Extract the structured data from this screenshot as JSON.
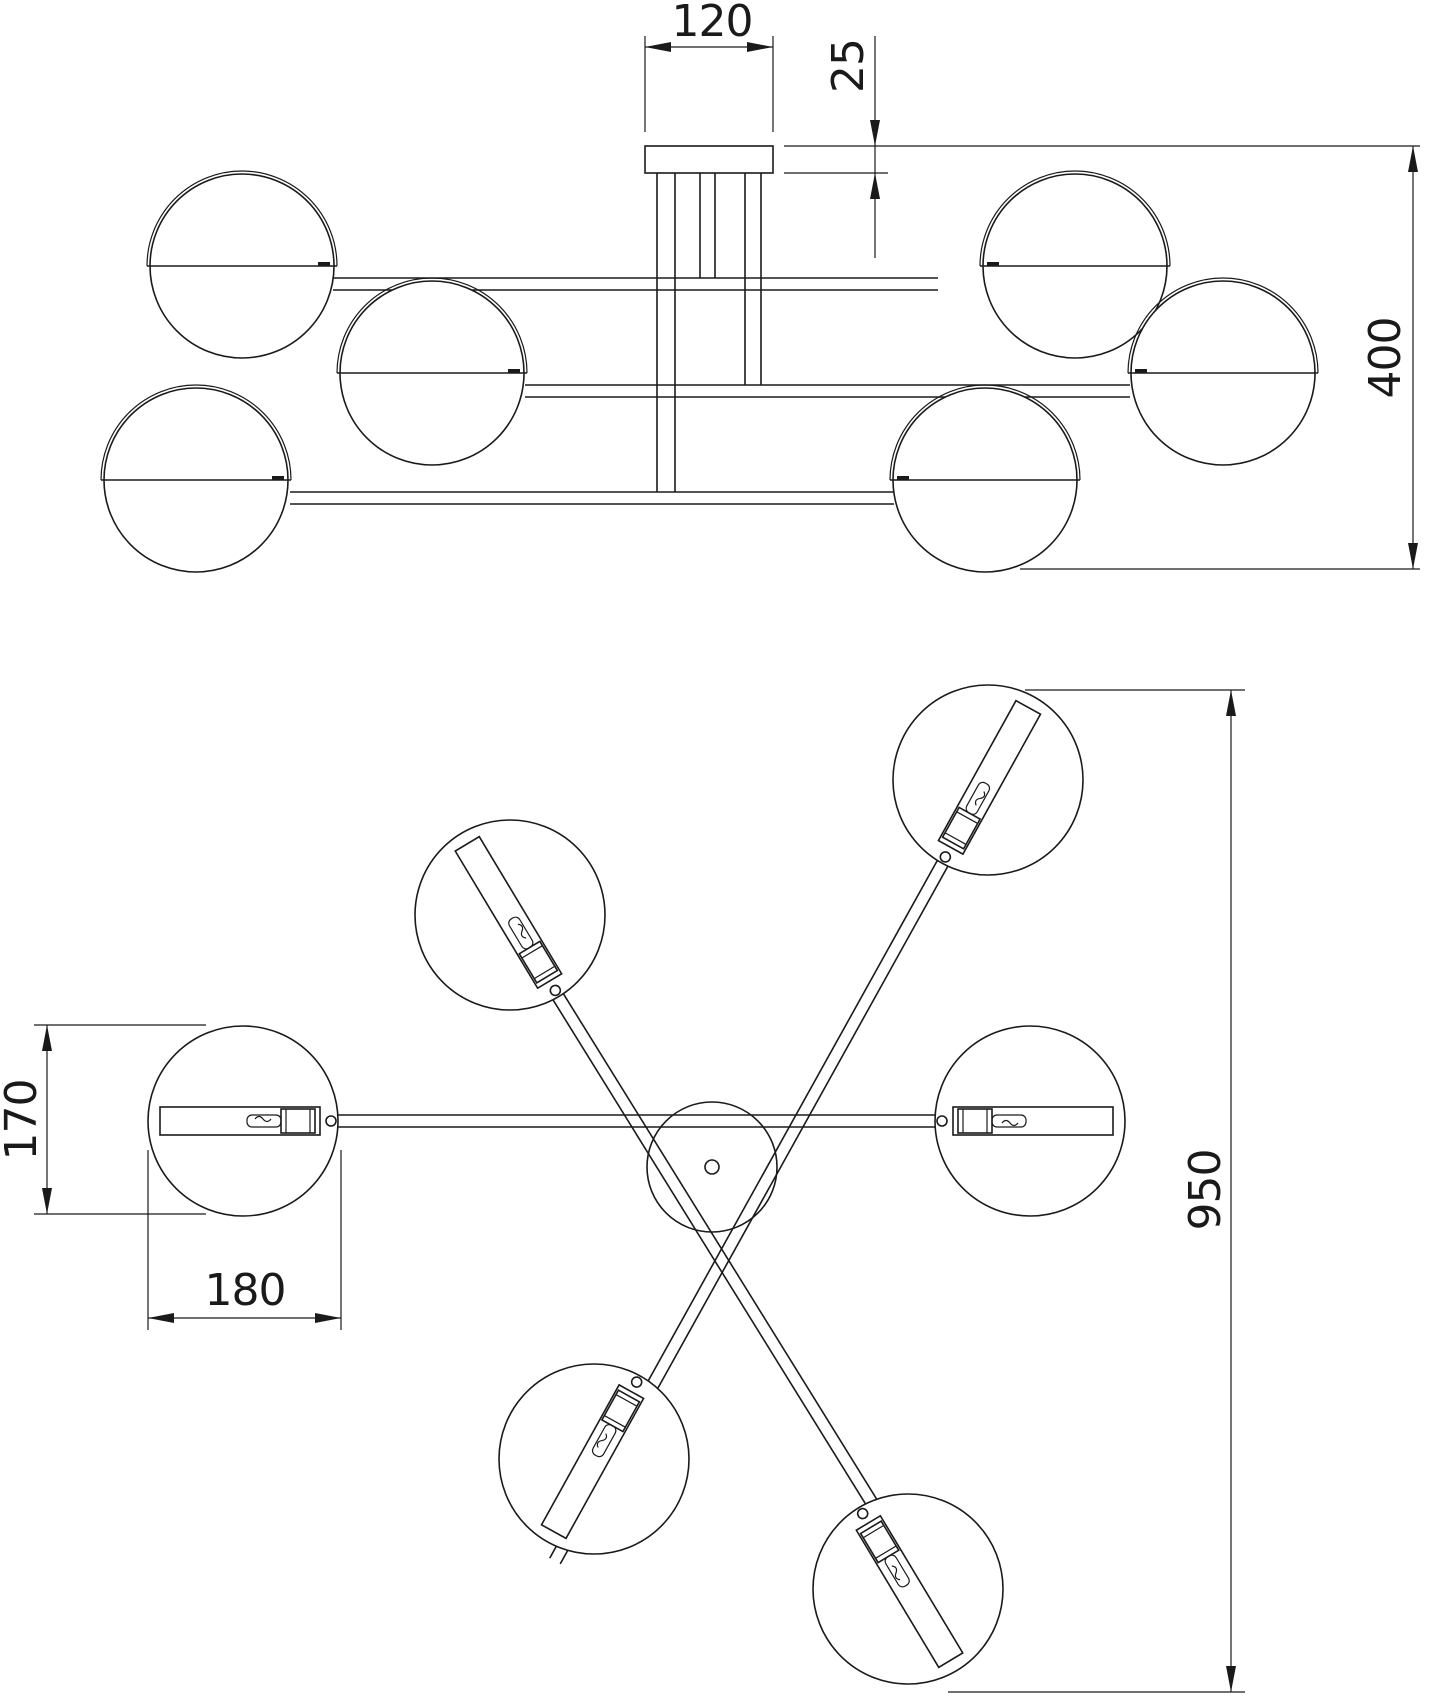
{
  "dimensions": {
    "mount_width": "120",
    "mount_height": "25",
    "total_height": "400",
    "total_span": "950",
    "shade_height": "170",
    "shade_width": "180"
  },
  "colors": {
    "line": "#1a1a1a",
    "background": "#ffffff"
  }
}
